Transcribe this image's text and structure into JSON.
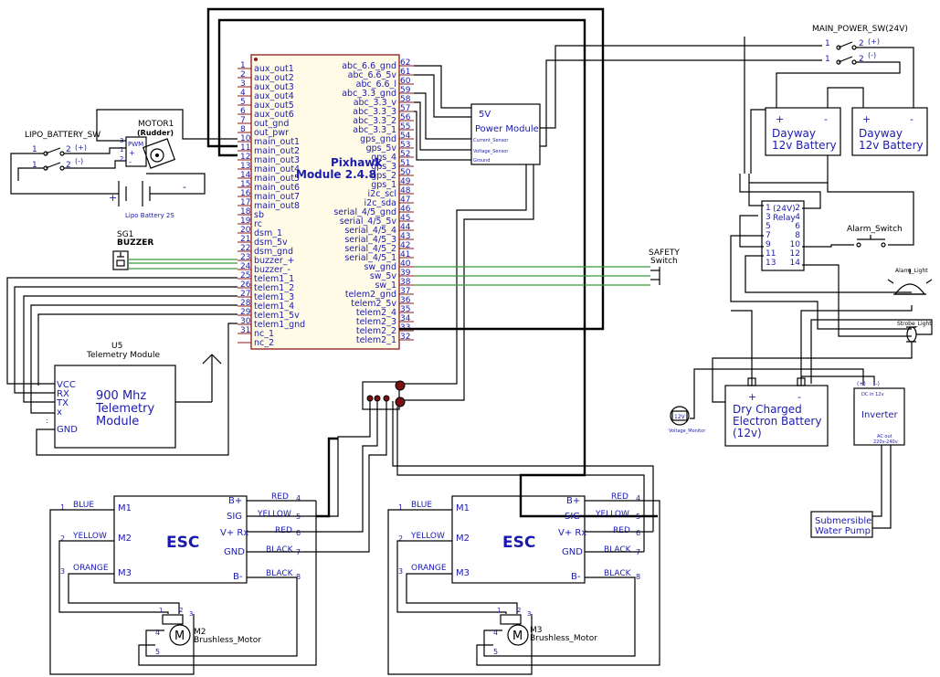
{
  "pixhawk": {
    "title1": "Pixhawk",
    "title2": "Module 2.4.8",
    "left_pins": [
      {
        "num": "1",
        "label": "aux_out1"
      },
      {
        "num": "2",
        "label": "aux_out2"
      },
      {
        "num": "3",
        "label": "aux_out3"
      },
      {
        "num": "4",
        "label": "aux_out4"
      },
      {
        "num": "5",
        "label": "aux_out5"
      },
      {
        "num": "6",
        "label": "aux_out6"
      },
      {
        "num": "7",
        "label": "out_gnd"
      },
      {
        "num": "8",
        "label": "out_pwr"
      },
      {
        "num": "10",
        "label": "main_out1"
      },
      {
        "num": "11",
        "label": "main_out2"
      },
      {
        "num": "12",
        "label": "main_out3"
      },
      {
        "num": "13",
        "label": "main_out4"
      },
      {
        "num": "14",
        "label": "main_out5"
      },
      {
        "num": "15",
        "label": "main_out6"
      },
      {
        "num": "16",
        "label": "main_out7"
      },
      {
        "num": "17",
        "label": "main_out8"
      },
      {
        "num": "18",
        "label": "sb"
      },
      {
        "num": "19",
        "label": "rc"
      },
      {
        "num": "20",
        "label": "dsm_1"
      },
      {
        "num": "21",
        "label": "dsm_5v"
      },
      {
        "num": "22",
        "label": "dsm_gnd"
      },
      {
        "num": "23",
        "label": "buzzer_+"
      },
      {
        "num": "24",
        "label": "buzzer_-"
      },
      {
        "num": "25",
        "label": "telem1_1"
      },
      {
        "num": "26",
        "label": "telem1_2"
      },
      {
        "num": "27",
        "label": "telem1_3"
      },
      {
        "num": "28",
        "label": "telem1_4"
      },
      {
        "num": "29",
        "label": "telem1_5v"
      },
      {
        "num": "30",
        "label": "telem1_gnd"
      },
      {
        "num": "31",
        "label": "nc_1"
      },
      {
        "num": "",
        "label": "nc_2"
      }
    ],
    "right_pins": [
      {
        "num": "62",
        "label": "abc_6.6_gnd"
      },
      {
        "num": "61",
        "label": "abc_6.6_5v"
      },
      {
        "num": "60",
        "label": "abc_6.6_l"
      },
      {
        "num": "59",
        "label": "abc_3.3_gnd"
      },
      {
        "num": "58",
        "label": "abc_3.3_v"
      },
      {
        "num": "57",
        "label": "abc_3.3_3"
      },
      {
        "num": "56",
        "label": "abc_3.3_2"
      },
      {
        "num": "55",
        "label": "abc_3.3_1"
      },
      {
        "num": "54",
        "label": "gps_gnd"
      },
      {
        "num": "53",
        "label": "gps_5v"
      },
      {
        "num": "52",
        "label": "gps_4"
      },
      {
        "num": "51",
        "label": "gps_3"
      },
      {
        "num": "50",
        "label": "gps_2"
      },
      {
        "num": "49",
        "label": "gps_1"
      },
      {
        "num": "48",
        "label": "i2c_scl"
      },
      {
        "num": "47",
        "label": "i2c_sda"
      },
      {
        "num": "46",
        "label": "serial_4/5_gnd"
      },
      {
        "num": "45",
        "label": "serial_4/5_5v"
      },
      {
        "num": "44",
        "label": "serial_4/5_4"
      },
      {
        "num": "43",
        "label": "serial_4/5_3"
      },
      {
        "num": "42",
        "label": "serial_4/5_2"
      },
      {
        "num": "41",
        "label": "serial_4/5_1"
      },
      {
        "num": "40",
        "label": "sw_gnd"
      },
      {
        "num": "39",
        "label": "sw_5v"
      },
      {
        "num": "38",
        "label": "sw_1"
      },
      {
        "num": "37",
        "label": "telem2_gnd"
      },
      {
        "num": "36",
        "label": "telem2_5v"
      },
      {
        "num": "35",
        "label": "telem2_4"
      },
      {
        "num": "34",
        "label": "telem2_3"
      },
      {
        "num": "33",
        "label": "telem2_2"
      },
      {
        "num": "32",
        "label": "telem2_1"
      }
    ]
  },
  "power_module": {
    "title": "5V",
    "name": "Power Module",
    "pins": [
      "Current_Sensor",
      "Voltage_Sensor",
      "Ground"
    ]
  },
  "main_power": {
    "label": "MAIN_POWER_SW(24V)",
    "p1": "1",
    "p2a": "2",
    "p2a_sign": "(+)",
    "p1b": "1",
    "p2b": "2",
    "p2b_sign": "(-)"
  },
  "batteries": [
    {
      "line1": "Dayway",
      "line2": "12v Battery",
      "plus": "+",
      "minus": "-"
    },
    {
      "line1": "Dayway",
      "line2": "12v Battery",
      "plus": "+",
      "minus": "-"
    }
  ],
  "lipo_sw": {
    "label": "LIPO_BATTERY_SW",
    "p1": "1",
    "p2": "2",
    "plus": "(+)",
    "p1b": "1",
    "p2b": "2",
    "minus": "(-)"
  },
  "lipo_battery": {
    "label": "Lipo Battery 2S",
    "plus": "+",
    "minus": "-"
  },
  "motor1": {
    "label": "MOTOR1",
    "sub": "(Rudder)",
    "pwm": "PWM",
    "n3": "3",
    "n1": "1",
    "n2": "2",
    "plus": "+",
    "minus": "-"
  },
  "buzzer": {
    "ref": "SG1",
    "label": "BUZZER"
  },
  "safety": {
    "line1": "SAFETY",
    "line2": "Switch"
  },
  "telemetry": {
    "ref": "U5",
    "title": "Telemetry Module",
    "line1": "900 Mhz",
    "line2": "Telemetry",
    "line3": "Module",
    "pins": [
      "VCC",
      "RX",
      "TX",
      "x",
      ":",
      "GND"
    ]
  },
  "relay": {
    "title": "(24V)",
    "name": "Relay",
    "left": [
      "1",
      "3",
      "5",
      "7",
      "9",
      "11",
      "13"
    ],
    "right": [
      "2",
      "4",
      "6",
      "8",
      "10",
      "12",
      "14"
    ]
  },
  "alarm_switch": {
    "label": "Alarm_Switch"
  },
  "alarm_light": {
    "label": "Alarm_Light"
  },
  "strobe_light": {
    "label": "Strobe_Light"
  },
  "dry_battery": {
    "line1": "Dry Charged",
    "line2": "Electron Battery",
    "line3": "(12v)",
    "plus": "+",
    "minus": "-"
  },
  "voltage_monitor": {
    "label": "Voltage_Monitor",
    "value": "12V"
  },
  "inverter": {
    "name": "Inverter",
    "plus": "(+)",
    "minus": "(-)",
    "dc": "DC in 12v",
    "ac1": "AC out",
    "ac2": "220v-240v"
  },
  "pump": {
    "line1": "Submersible",
    "line2": "Water Pump"
  },
  "esc": {
    "name": "ESC",
    "left": [
      "M1",
      "M2",
      "M3"
    ],
    "right": [
      "B+",
      "SIG",
      "V+ Rx",
      "GND",
      "B-"
    ],
    "wires_left": [
      {
        "n": "1",
        "c": "BLUE"
      },
      {
        "n": "2",
        "c": "YELLOW"
      },
      {
        "n": "3",
        "c": "ORANGE"
      }
    ],
    "wires_right": [
      {
        "n": "4",
        "c": "RED"
      },
      {
        "n": "5",
        "c": "YELLOW"
      },
      {
        "n": "6",
        "c": "RED"
      },
      {
        "n": "7",
        "c": "BLACK"
      },
      {
        "n": "8",
        "c": "BLACK"
      }
    ]
  },
  "motors": [
    {
      "ref": "M2",
      "name": "Brushless_Motor",
      "symbol": "M"
    },
    {
      "ref": "M3",
      "name": "Brushless_Motor",
      "symbol": "M"
    }
  ]
}
